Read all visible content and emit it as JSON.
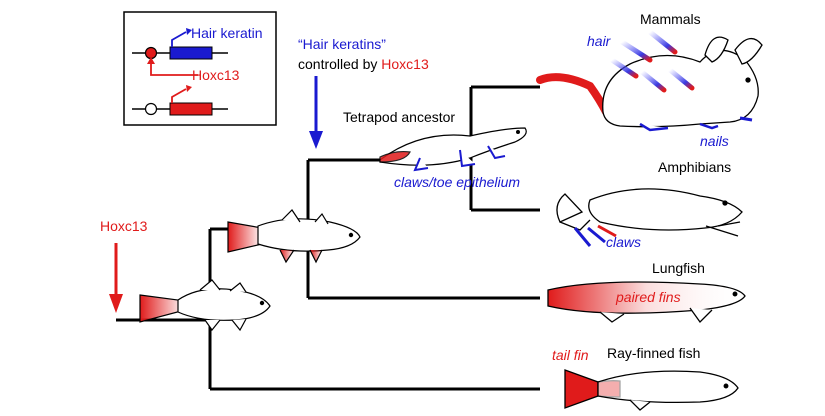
{
  "legend": {
    "hair_keratin": "Hair keratin",
    "hoxc13": "Hoxc13"
  },
  "annotations": {
    "hair_keratins_quote": "“Hair keratins”",
    "controlled_by": "controlled by ",
    "controlled_gene": "Hoxc13",
    "root_gene": "Hoxc13",
    "tetrapod_ancestor": "Tetrapod ancestor",
    "claws_toe_epithelium": "claws/toe epithelium"
  },
  "taxa": {
    "mammals": {
      "name": "Mammals",
      "features": [
        "hair",
        "nails"
      ]
    },
    "amphibians": {
      "name": "Amphibians",
      "features": [
        "claws"
      ]
    },
    "lungfish": {
      "name": "Lungfish",
      "features": [
        "paired fins"
      ]
    },
    "ray_finned": {
      "name": "Ray-finned fish",
      "features": [
        "tail fin"
      ]
    }
  },
  "colors": {
    "blue": "#1a1ad0",
    "red": "#e01b1b",
    "black": "#000000"
  }
}
